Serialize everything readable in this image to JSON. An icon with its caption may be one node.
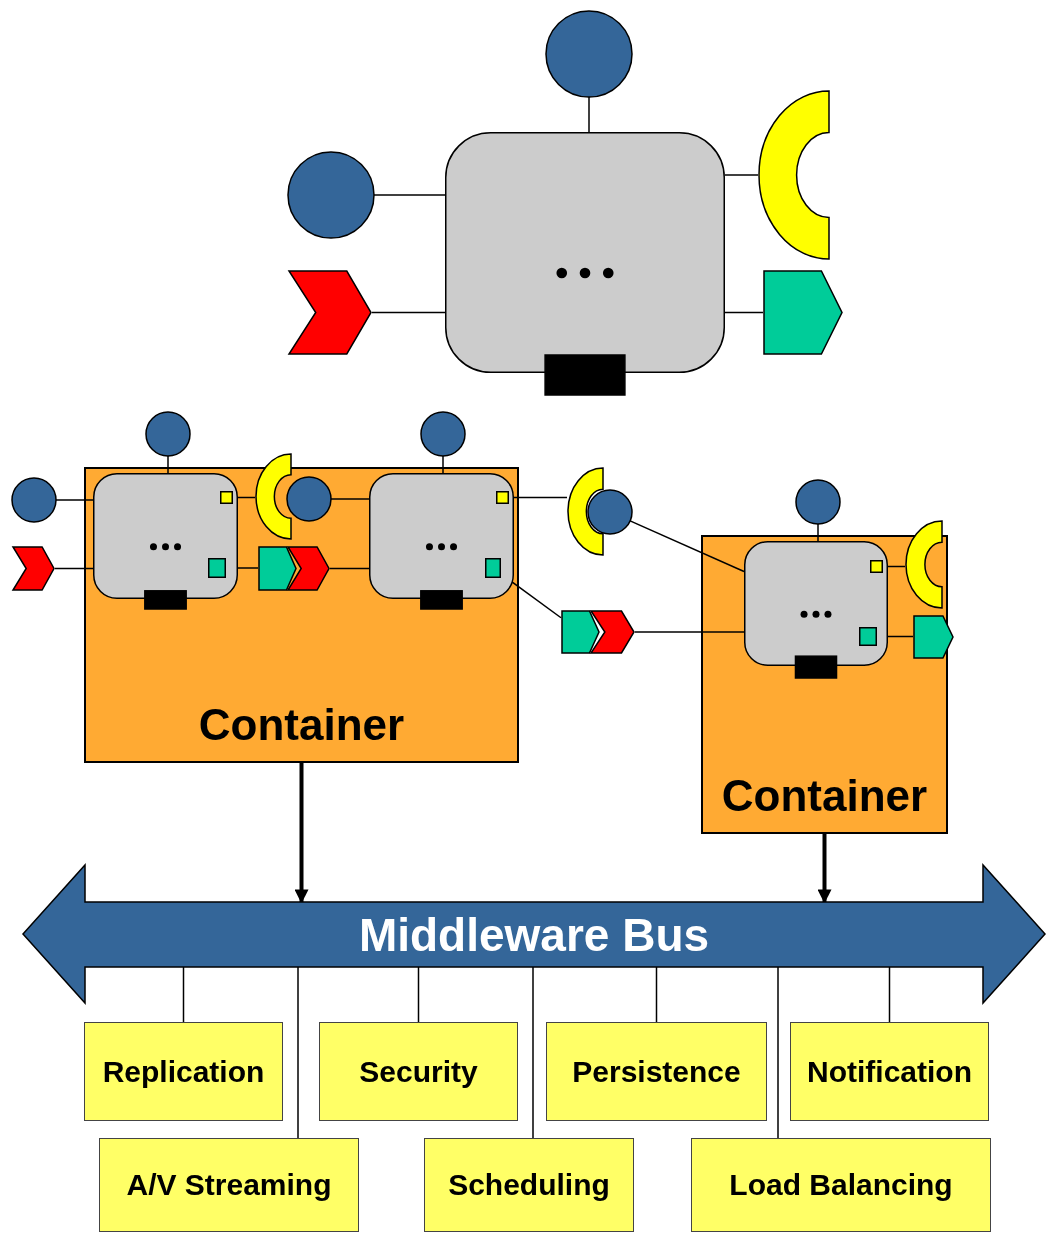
{
  "diagram": {
    "nodes": [
      {
        "text": [],
        "shape": "box"
      },
      {
        "text": [],
        "shape": "circle"
      },
      {
        "text": [],
        "shape": "circle"
      },
      {
        "text": [],
        "shape": "chevron"
      },
      {
        "text": [],
        "shape": "arc"
      },
      {
        "text": [],
        "shape": "pentagon"
      },
      {
        "text": [
          "Container"
        ]
      },
      {
        "text": [],
        "shape": "box",
        "in": 6
      },
      {
        "text": [],
        "shape": "circle"
      },
      {
        "text": [],
        "shape": "circle"
      },
      {
        "text": [],
        "shape": "chevron"
      },
      {
        "text": [],
        "shape": "square",
        "in": 7
      },
      {
        "text": [],
        "shape": "arc"
      },
      {
        "text": [],
        "shape": "square",
        "in": 7
      },
      {
        "text": [],
        "shape": "pentagon",
        "in": 6
      },
      {
        "text": [],
        "shape": "circle",
        "in": 6
      },
      {
        "text": [],
        "shape": "chevron",
        "in": 6
      },
      {
        "text": [],
        "shape": "box",
        "in": 6
      },
      {
        "text": [],
        "shape": "circle"
      },
      {
        "text": [],
        "shape": "square",
        "in": 17
      },
      {
        "text": [],
        "shape": "arc"
      },
      {
        "text": [],
        "shape": "circle"
      },
      {
        "text": [],
        "shape": "square",
        "in": 17
      },
      {
        "text": [],
        "shape": "pentagon"
      },
      {
        "text": [],
        "shape": "chevron"
      },
      {
        "text": [
          "Container"
        ]
      },
      {
        "text": [],
        "shape": "box",
        "in": 25
      },
      {
        "text": [],
        "shape": "circle"
      },
      {
        "text": [],
        "shape": "square",
        "in": 26
      },
      {
        "text": [],
        "shape": "arc"
      },
      {
        "text": [],
        "shape": "square",
        "in": 26
      },
      {
        "text": [],
        "shape": "pentagon"
      },
      {
        "text": [
          "Middleware Bus"
        ]
      },
      {
        "text": [
          "Replication"
        ]
      },
      {
        "text": [
          "Security"
        ]
      },
      {
        "text": [
          "Persistence"
        ]
      },
      {
        "text": [
          "Notification"
        ]
      },
      {
        "text": [
          "A/V Streaming"
        ]
      },
      {
        "text": [
          "Scheduling"
        ]
      },
      {
        "text": [
          "Load Balancing"
        ]
      }
    ],
    "edges": [
      {
        "from": 1,
        "to": 0,
        "arrow": "none"
      },
      {
        "from": 2,
        "to": 0,
        "arrow": "none"
      },
      {
        "from": 3,
        "to": 0,
        "arrow": "none"
      },
      {
        "from": 4,
        "to": 0,
        "arrow": "none"
      },
      {
        "from": 5,
        "to": 0,
        "arrow": "none"
      },
      {
        "from": 8,
        "to": 7,
        "arrow": "none"
      },
      {
        "from": 9,
        "to": 7,
        "arrow": "none"
      },
      {
        "from": 10,
        "to": 7,
        "arrow": "none"
      },
      {
        "from": 11,
        "to": 12,
        "arrow": "none"
      },
      {
        "from": 13,
        "to": 14,
        "arrow": "none"
      },
      {
        "from": 15,
        "to": 17,
        "arrow": "none"
      },
      {
        "from": 16,
        "to": 17,
        "arrow": "none"
      },
      {
        "from": 18,
        "to": 17,
        "arrow": "none"
      },
      {
        "from": 19,
        "to": 20,
        "arrow": "none"
      },
      {
        "from": 22,
        "to": 23,
        "arrow": "none"
      },
      {
        "from": 21,
        "to": 26,
        "arrow": "none"
      },
      {
        "from": 24,
        "to": 26,
        "arrow": "none"
      },
      {
        "from": 27,
        "to": 26,
        "arrow": "none"
      },
      {
        "from": 28,
        "to": 29,
        "arrow": "none"
      },
      {
        "from": 30,
        "to": 31,
        "arrow": "none"
      },
      {
        "from": 6,
        "to": 32,
        "arrow": "to",
        "style": "thick"
      },
      {
        "from": 25,
        "to": 32,
        "arrow": "to",
        "style": "thick"
      },
      {
        "from": 32,
        "to": 33,
        "arrow": "none"
      },
      {
        "from": 32,
        "to": 34,
        "arrow": "none"
      },
      {
        "from": 32,
        "to": 35,
        "arrow": "none"
      },
      {
        "from": 32,
        "to": 36,
        "arrow": "none"
      },
      {
        "from": 32,
        "to": 37,
        "arrow": "none"
      },
      {
        "from": 32,
        "to": 38,
        "arrow": "none"
      },
      {
        "from": 32,
        "to": 39,
        "arrow": "none"
      }
    ]
  }
}
